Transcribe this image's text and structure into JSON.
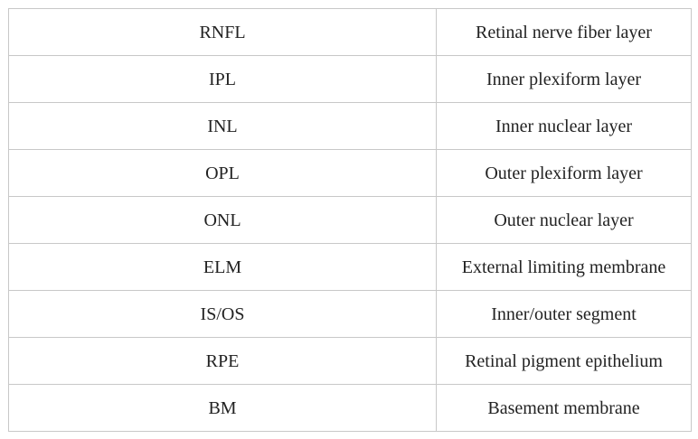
{
  "table": {
    "rows": [
      {
        "abbr": "RNFL",
        "description": "Retinal nerve fiber layer"
      },
      {
        "abbr": "IPL",
        "description": "Inner plexiform layer"
      },
      {
        "abbr": "INL",
        "description": "Inner nuclear layer"
      },
      {
        "abbr": "OPL",
        "description": "Outer plexiform layer"
      },
      {
        "abbr": "ONL",
        "description": "Outer nuclear layer"
      },
      {
        "abbr": "ELM",
        "description": "External limiting membrane"
      },
      {
        "abbr": "IS/OS",
        "description": "Inner/outer segment"
      },
      {
        "abbr": "RPE",
        "description": "Retinal pigment epithelium"
      },
      {
        "abbr": "BM",
        "description": "Basement membrane"
      }
    ]
  }
}
